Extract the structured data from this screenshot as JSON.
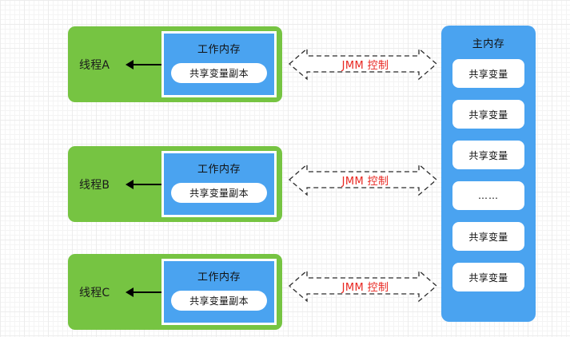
{
  "diagram": {
    "title": "Java Memory Model (JMM) diagram",
    "colors": {
      "thread_green": "#76c442",
      "memory_blue": "#4aa3f0",
      "box_white": "#ffffff",
      "jmm_red": "#e8251f",
      "arrow_black": "#000000"
    },
    "threads": [
      {
        "label": "线程A",
        "working_memory_title": "工作内存",
        "variable_copy": "共享变量副本"
      },
      {
        "label": "线程B",
        "working_memory_title": "工作内存",
        "variable_copy": "共享变量副本"
      },
      {
        "label": "线程C",
        "working_memory_title": "工作内存",
        "variable_copy": "共享变量副本"
      }
    ],
    "connectors": [
      {
        "label": "JMM 控制"
      },
      {
        "label": "JMM 控制"
      },
      {
        "label": "JMM 控制"
      }
    ],
    "main_memory": {
      "title": "主内存",
      "items": [
        "共享变量",
        "共享变量",
        "共享变量",
        "……",
        "共享变量",
        "共享变量"
      ]
    }
  }
}
